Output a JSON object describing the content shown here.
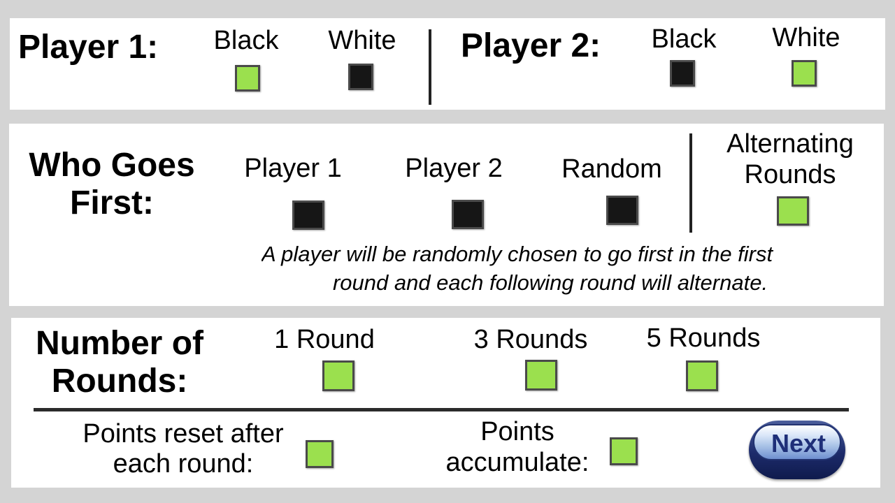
{
  "players": {
    "p1_title": "Player 1:",
    "p2_title": "Player 2:",
    "black_label": "Black",
    "white_label": "White",
    "p1_black_selected": true,
    "p1_white_selected": false,
    "p2_black_selected": false,
    "p2_white_selected": true
  },
  "first": {
    "title_line1": "Who Goes",
    "title_line2": "First:",
    "options": [
      {
        "label": "Player 1",
        "selected": false
      },
      {
        "label": "Player 2",
        "selected": false
      },
      {
        "label": "Random",
        "selected": false
      }
    ],
    "alt_line1": "Alternating",
    "alt_line2": "Rounds",
    "alt_selected": true,
    "description_line1": "A player will be randomly chosen to go first in the first",
    "description_line2": "round and each following round will alternate."
  },
  "rounds": {
    "title_line1": "Number of",
    "title_line2": "Rounds:",
    "options": [
      {
        "label": "1 Round",
        "selected": true
      },
      {
        "label": "3 Rounds",
        "selected": true
      },
      {
        "label": "5 Rounds",
        "selected": true
      }
    ],
    "reset_line1": "Points reset after",
    "reset_line2": "each round:",
    "reset_selected": true,
    "accumulate_line1": "Points",
    "accumulate_line2": "accumulate:",
    "accumulate_selected": true
  },
  "next_label": "Next",
  "colors": {
    "selected": "#9be04e",
    "unselected": "#161616",
    "panel": "#ffffff",
    "background": "#d4d4d4",
    "button": "#1d2b6b"
  }
}
